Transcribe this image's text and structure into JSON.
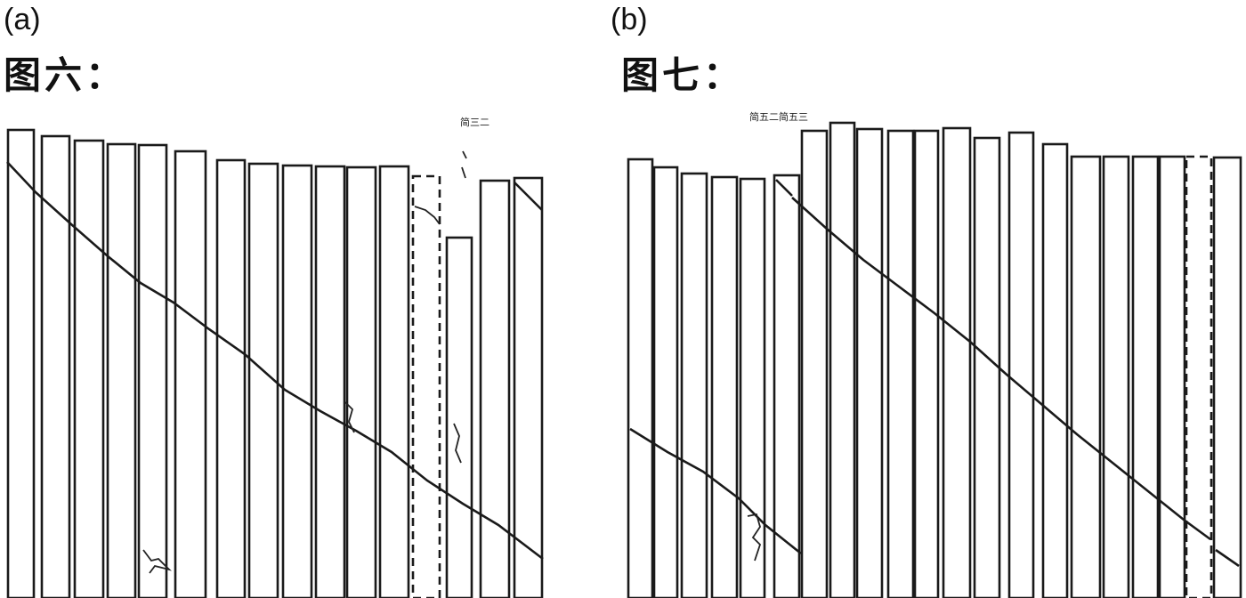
{
  "panel_a": {
    "label": "(a)",
    "title": "图六：",
    "strip_label": "简三二"
  },
  "panel_b": {
    "label": "(b)",
    "title": "图七：",
    "strip_label": "简五二简五三"
  },
  "colors": {
    "ink": "#1a1a1a",
    "background": "#ffffff"
  }
}
